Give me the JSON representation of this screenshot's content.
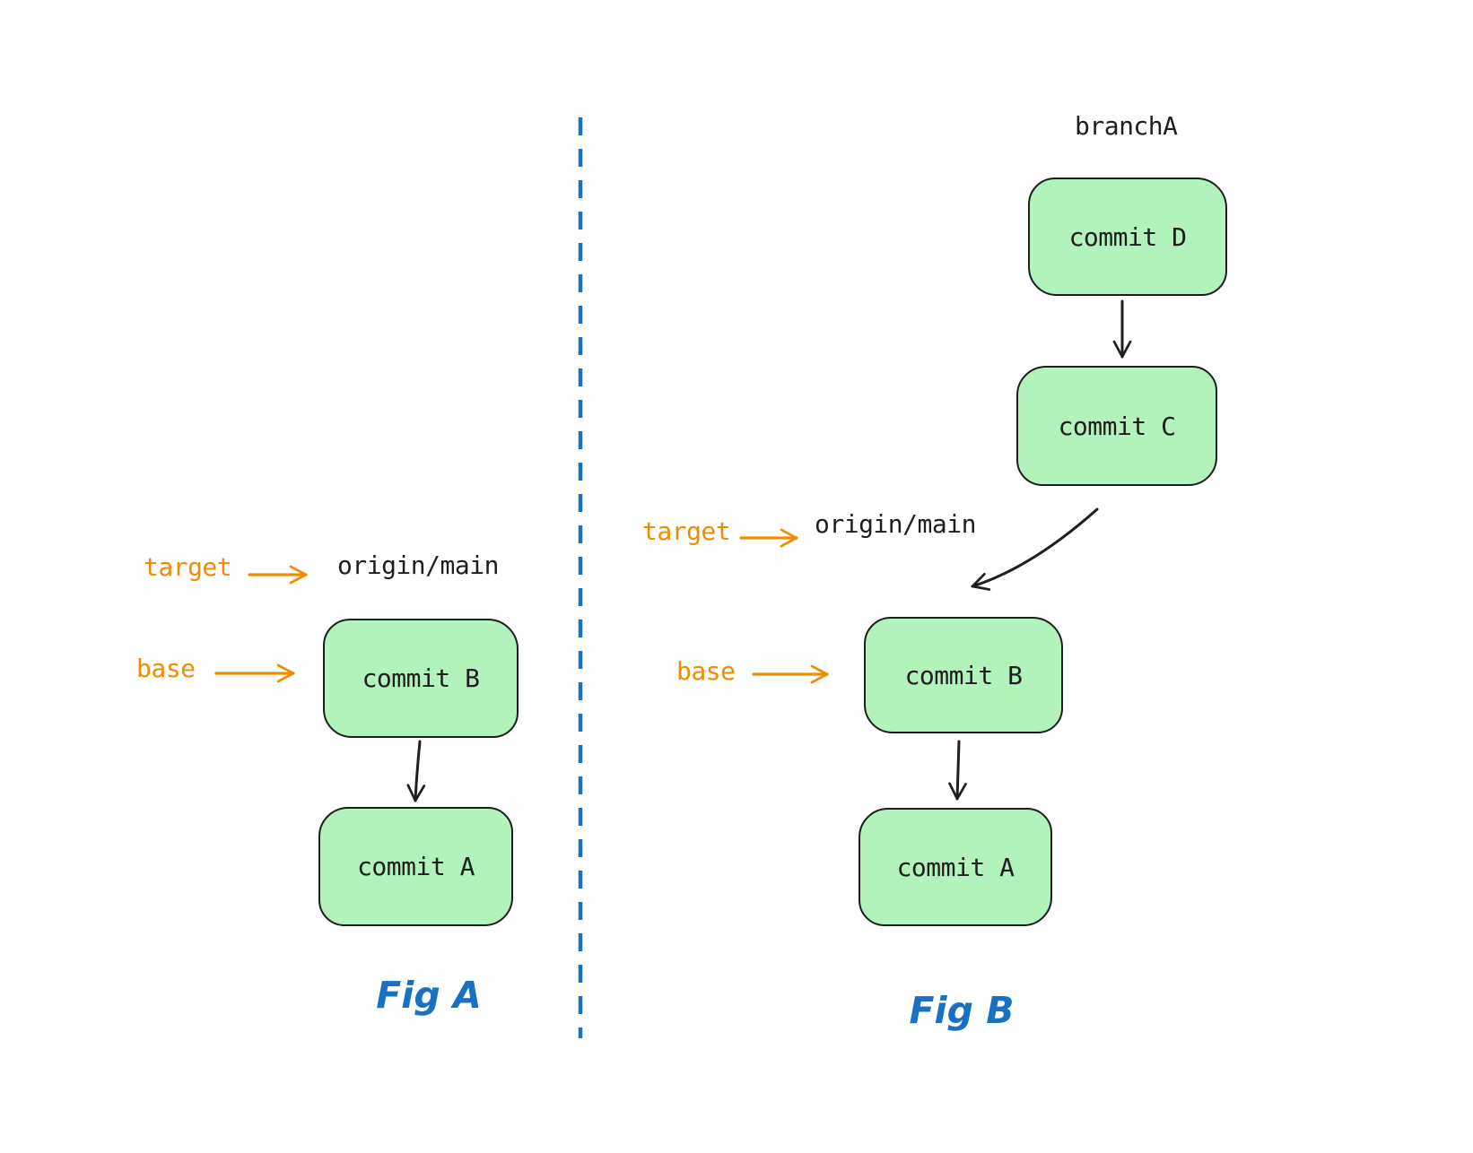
{
  "colors": {
    "background": "#ffffff",
    "green_fill": "#b2f2bb",
    "stroke": "#1e1e1e",
    "orange": "#f08c00",
    "blue": "#1971c2"
  },
  "fig_a": {
    "caption": "Fig A",
    "target_label": "target",
    "target_ref": "origin/main",
    "base_label": "base",
    "commit_b": "commit B",
    "commit_a": "commit A"
  },
  "fig_b": {
    "caption": "Fig B",
    "branch_label": "branchA",
    "target_label": "target",
    "target_ref": "origin/main",
    "base_label": "base",
    "commit_d": "commit D",
    "commit_c": "commit C",
    "commit_b": "commit B",
    "commit_a": "commit A"
  }
}
